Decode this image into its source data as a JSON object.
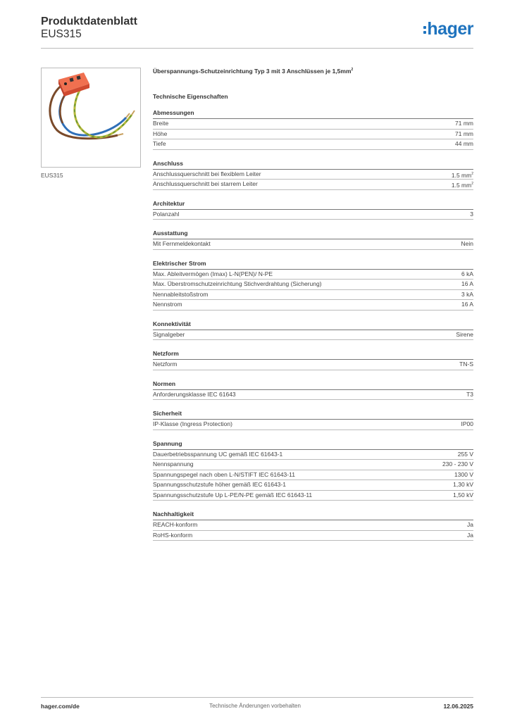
{
  "header": {
    "title": "Produktdatenblatt",
    "code": "EUS315",
    "logo": ":hager"
  },
  "product": {
    "image_caption": "EUS315",
    "description": "Überspannungs-Schutzeinrichtung Typ 3 mit 3 Anschlüssen je 1,5mm",
    "description_sup": "2",
    "tech_title": "Technische Eigenschaften"
  },
  "sections": [
    {
      "title": "Abmessungen",
      "rows": [
        {
          "label": "Breite",
          "value": "71 mm"
        },
        {
          "label": "Höhe",
          "value": "71 mm"
        },
        {
          "label": "Tiefe",
          "value": "44 mm"
        }
      ]
    },
    {
      "title": "Anschluss",
      "rows": [
        {
          "label": "Anschlussquerschnitt bei flexiblem Leiter",
          "value": "1.5 mm",
          "sup": "2"
        },
        {
          "label": "Anschlussquerschnitt bei starrem Leiter",
          "value": "1.5 mm",
          "sup": "2"
        }
      ]
    },
    {
      "title": "Architektur",
      "rows": [
        {
          "label": "Polanzahl",
          "value": "3"
        }
      ]
    },
    {
      "title": "Ausstattung",
      "rows": [
        {
          "label": "Mit Fernmeldekontakt",
          "value": "Nein"
        }
      ]
    },
    {
      "title": "Elektrischer Strom",
      "rows": [
        {
          "label": "Max. Ableitvermögen (Imax) L-N(PEN)/ N-PE",
          "value": "6 kA"
        },
        {
          "label": "Max. Überstromschutzeinrichtung Stichverdrahtung (Sicherung)",
          "value": "16 A"
        },
        {
          "label": "Nennableitstoßstrom",
          "value": "3 kA"
        },
        {
          "label": "Nennstrom",
          "value": "16 A"
        }
      ]
    },
    {
      "title": "Konnektivität",
      "rows": [
        {
          "label": "Signalgeber",
          "value": "Sirene"
        }
      ]
    },
    {
      "title": "Netzform",
      "rows": [
        {
          "label": "Netzform",
          "value": "TN-S"
        }
      ]
    },
    {
      "title": "Normen",
      "rows": [
        {
          "label": "Anforderungsklasse IEC 61643",
          "value": "T3"
        }
      ]
    },
    {
      "title": "Sicherheit",
      "rows": [
        {
          "label": "IP-Klasse (Ingress Protection)",
          "value": "IP00"
        }
      ]
    },
    {
      "title": "Spannung",
      "rows": [
        {
          "label": "Dauerbetriebsspannung UC gemäß IEC 61643-1",
          "value": "255 V"
        },
        {
          "label": "Nennspannung",
          "value": "230 - 230 V"
        },
        {
          "label": "Spannungspegel nach oben L-N/STIFT IEC 61643-11",
          "value": "1300 V"
        },
        {
          "label": "Spannungsschutzstufe höher gemäß IEC 61643-1",
          "value": "1,30 kV"
        },
        {
          "label": "Spannungsschutzstufe Up L-PE/N-PE gemäß IEC 61643-11",
          "value": "1,50 kV"
        }
      ]
    },
    {
      "title": "Nachhaltigkeit",
      "rows": [
        {
          "label": "REACH-konform",
          "value": "Ja"
        },
        {
          "label": "RoHS-konform",
          "value": "Ja"
        }
      ]
    }
  ],
  "footer": {
    "left": "hager.com/de",
    "center": "Technische Änderungen vorbehalten",
    "right": "12.06.2025"
  },
  "colors": {
    "brand": "#1e73be",
    "device": "#e8553a",
    "wire_brown": "#7a4a2a",
    "wire_blue": "#2f6fb8",
    "wire_green_yellow": "#b5b83a"
  }
}
